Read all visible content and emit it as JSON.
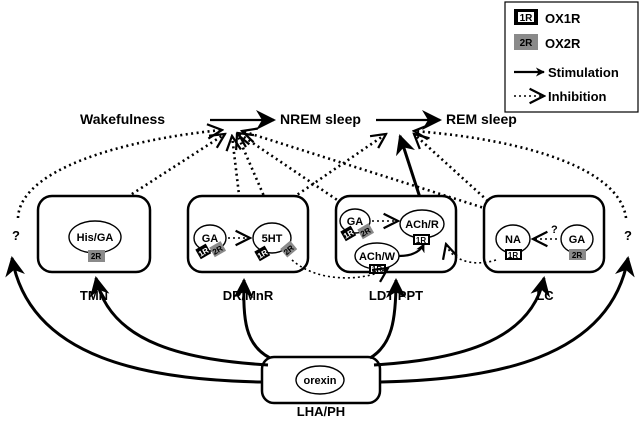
{
  "legend": {
    "ox1r_badge": "1R",
    "ox1r_label": "OX1R",
    "ox2r_badge": "2R",
    "ox2r_label": "OX2R",
    "stimulation_label": "Stimulation",
    "inhibition_label": "Inhibition"
  },
  "states": {
    "wakefulness": "Wakefulness",
    "nrem": "NREM sleep",
    "rem": "REM sleep"
  },
  "unknown_left": "?",
  "unknown_right": "?",
  "nuclei": {
    "tmn": {
      "label": "TMN",
      "cell": "His/GA",
      "receptor": "2R"
    },
    "dr": {
      "label": "DR/MnR",
      "ga_cell": "GA",
      "ga_r1": "1R",
      "ga_r2": "2R",
      "ht_cell": "5HT",
      "ht_r1": "1R",
      "ht_r2": "2R"
    },
    "ldt": {
      "label": "LDT/PPT",
      "ga_cell": "GA",
      "ga_r1": "1R",
      "ga_r2": "2R",
      "achr_cell": "ACh/R",
      "achr_r": "1R",
      "achw_cell": "ACh/W",
      "achw_r": "1R"
    },
    "lc": {
      "label": "LC",
      "na_cell": "NA",
      "na_r": "1R",
      "ga_cell": "GA",
      "ga_r": "2R",
      "question": "?"
    }
  },
  "source": {
    "cell": "orexin",
    "label": "LHA/PH"
  }
}
